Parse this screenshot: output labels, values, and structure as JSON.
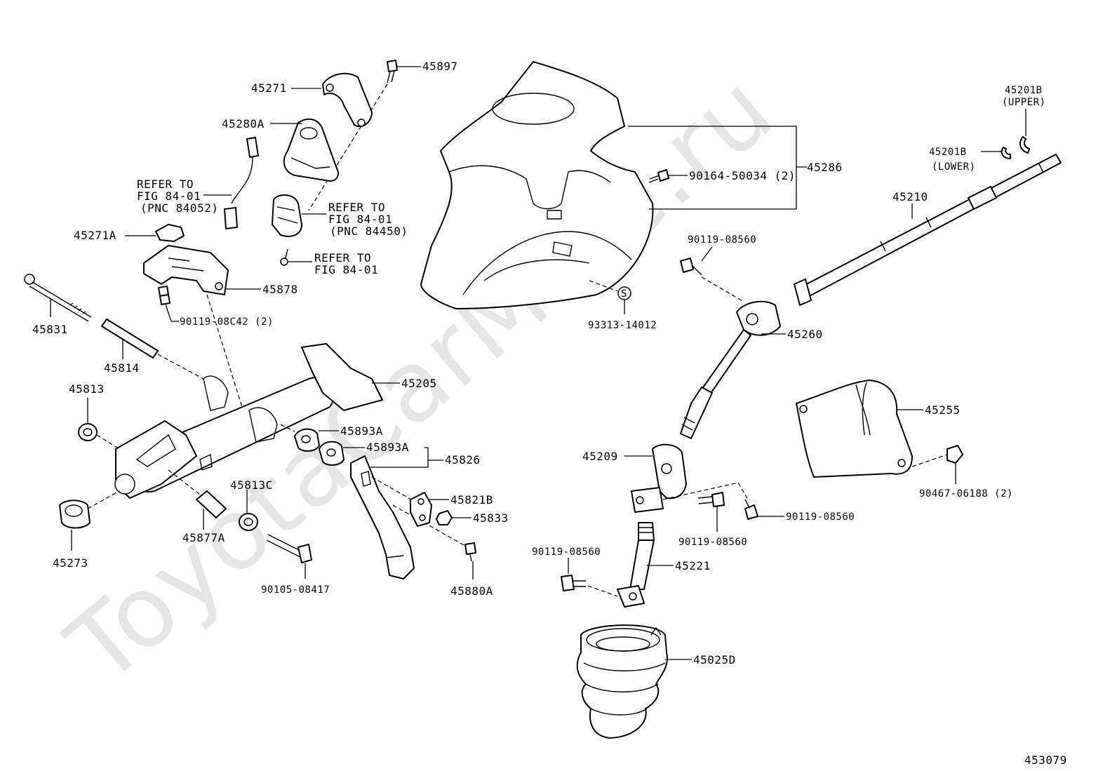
{
  "watermark": "ToyotaCarMine.ru",
  "diagram_id": "453079",
  "labels": {
    "p45897": "45897",
    "p45271": "45271",
    "p45280A": "45280A",
    "refer1_l1": "REFER TO",
    "refer1_l2": "FIG 84-01",
    "refer1_l3": "(PNC 84052)",
    "refer2_l1": "REFER TO",
    "refer2_l2": "FIG 84-01",
    "refer2_l3": "(PNC 84450)",
    "refer3_l1": "REFER TO",
    "refer3_l2": "FIG 84-01",
    "p45271A": "45271A",
    "p45878": "45878",
    "p90119_08C42": "90119-08C42 (2)",
    "p45831": "45831",
    "p45814": "45814",
    "p45813": "45813",
    "p45205": "45205",
    "p45893A_1": "45893A",
    "p45893A_2": "45893A",
    "p45826": "45826",
    "p45813C": "45813C",
    "p45821B": "45821B",
    "p45833": "45833",
    "p45877A": "45877A",
    "p45273": "45273",
    "p90105_08417": "90105-08417",
    "p45880A": "45880A",
    "p45286": "45286",
    "p90164_50034": "90164-50034 (2)",
    "p93313_14012": "93313-14012",
    "s_marker": "S",
    "p45201B_upper": "45201B",
    "upper": "(UPPER)",
    "p45201B_lower": "45201B",
    "lower": "(LOWER)",
    "p45210": "45210",
    "p90119_08560_a": "90119-08560",
    "p45260": "45260",
    "p45255": "45255",
    "p90467_06188": "90467-06188 (2)",
    "p45209": "45209",
    "p90119_08560_b": "90119-08560",
    "p90119_08560_c": "90119-08560",
    "p90119_08560_d": "90119-08560",
    "p45221": "45221",
    "p45025D": "45025D"
  }
}
